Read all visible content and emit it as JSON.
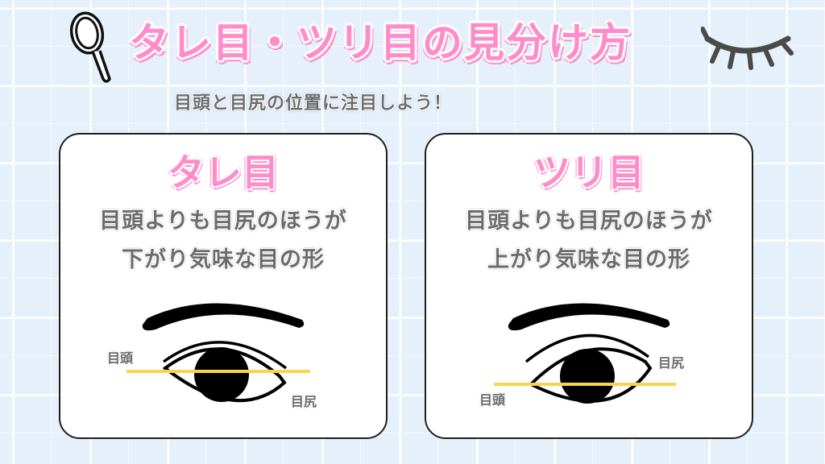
{
  "header": {
    "title": "タレ目・ツリ目の見分け方",
    "subtitle": "目頭と目尻の位置に注目しよう！",
    "icons": [
      "hand-mirror-icon",
      "eyelash-icon"
    ]
  },
  "cards": [
    {
      "title": "タレ目",
      "desc_line1": "目頭よりも目尻のほうが",
      "desc_line2": "下がり気味な目の形",
      "label_inner": "目頭",
      "label_outer": "目尻"
    },
    {
      "title": "ツリ目",
      "desc_line1": "目頭よりも目尻のほうが",
      "desc_line2": "上がり気味な目の形",
      "label_inner": "目頭",
      "label_outer": "目尻"
    }
  ],
  "colors": {
    "accent_pink": "#ff8cc8",
    "guide_line_yellow": "#f8d44c",
    "text_gray": "#6b6b6b",
    "background": "#e6f0fb"
  }
}
